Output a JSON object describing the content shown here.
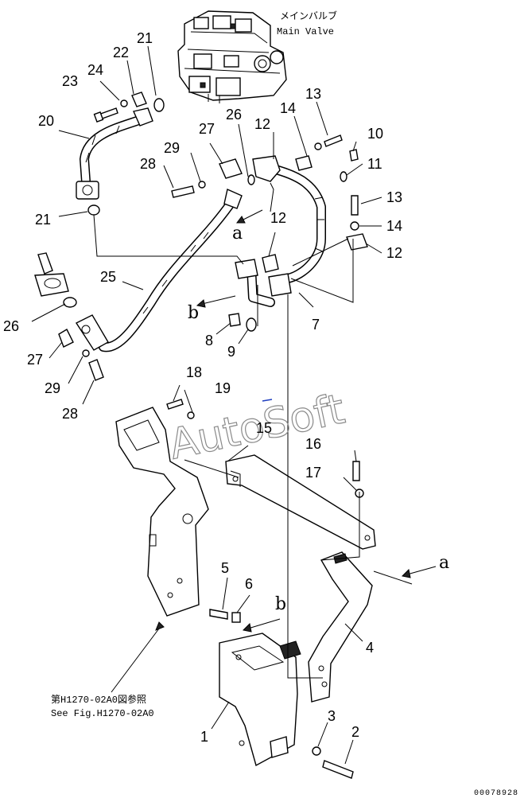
{
  "diagram": {
    "valve_label_jp": "メインバルブ",
    "valve_label_en": "Main Valve",
    "reference_note_jp": "第H1270-02A0図参照",
    "reference_note_en": "See Fig.H1270-02A0",
    "serial": "00078928",
    "watermark": "AutoSoft",
    "view_marks": {
      "a": "a",
      "b": "b"
    },
    "callouts": {
      "p1": "1",
      "p2": "2",
      "p3": "3",
      "p4": "4",
      "p5": "5",
      "p6": "6",
      "p7": "7",
      "p8": "8",
      "p9": "9",
      "p10": "10",
      "p11": "11",
      "p12": "12",
      "p13": "13",
      "p14": "14",
      "p15": "15",
      "p16": "16",
      "p17": "17",
      "p18": "18",
      "p19": "19",
      "p20": "20",
      "p21": "21",
      "p22": "22",
      "p23": "23",
      "p24": "24",
      "p25": "25",
      "p26": "26",
      "p27": "27",
      "p28": "28",
      "p29": "29"
    }
  }
}
